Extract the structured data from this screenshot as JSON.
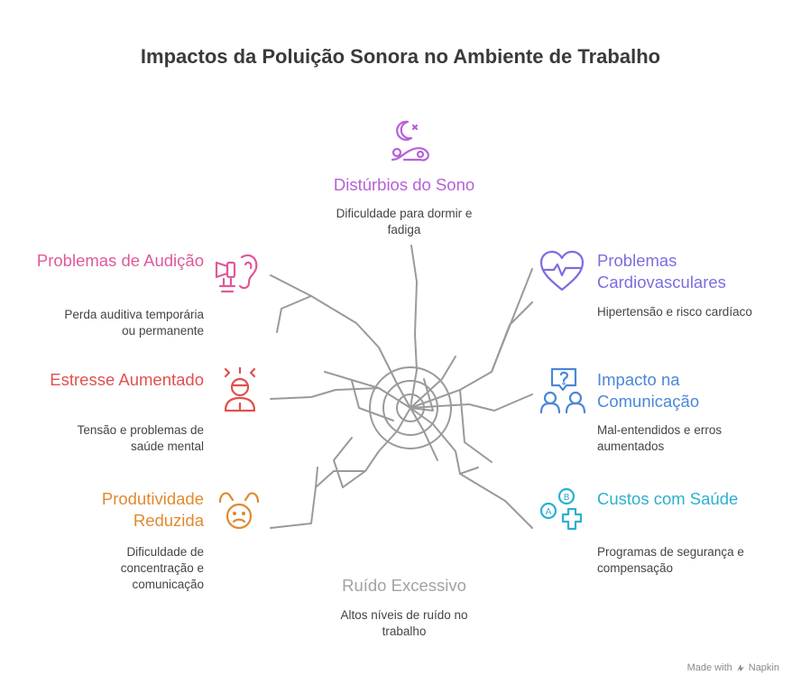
{
  "title": "Impactos da Poluição Sonora no Ambiente de Trabalho",
  "center": {
    "label": "Ruído Excessivo",
    "description": "Altos níveis de ruído no trabalho",
    "color": "#a3a3a3"
  },
  "impacts": [
    {
      "key": "sleep",
      "label": "Distúrbios do Sono",
      "description": "Dificuldade para dormir e fadiga",
      "color": "#b760d8",
      "icon": "moon-bed-icon"
    },
    {
      "key": "hearing",
      "label": "Problemas de Audição",
      "description": "Perda auditiva temporária ou permanente",
      "color": "#e0589a",
      "icon": "ear-megaphone-icon"
    },
    {
      "key": "cardio",
      "label": "Problemas Cardiovasculares",
      "description": "Hipertensão e risco cardíaco",
      "color": "#7a6ee0",
      "icon": "heart-pulse-icon"
    },
    {
      "key": "stress",
      "label": "Estresse Aumentado",
      "description": "Tensão e problemas de saúde mental",
      "color": "#e0504e",
      "icon": "stressed-person-icon"
    },
    {
      "key": "communication",
      "label": "Impacto na Comunicação",
      "description": "Mal-entendidos e erros aumentados",
      "color": "#4b87d8",
      "icon": "people-question-icon"
    },
    {
      "key": "productivity",
      "label": "Produtividade Reduzida",
      "description": "Dificuldade de concentração e comunicação",
      "color": "#e08a30",
      "icon": "frustrated-face-icon"
    },
    {
      "key": "health_costs",
      "label": "Custos com Saúde",
      "description": "Programas de segurança e compensação",
      "color": "#2ab0d0",
      "icon": "health-cross-icon"
    }
  ],
  "credit": {
    "text": "Made with",
    "brand": "Napkin"
  }
}
